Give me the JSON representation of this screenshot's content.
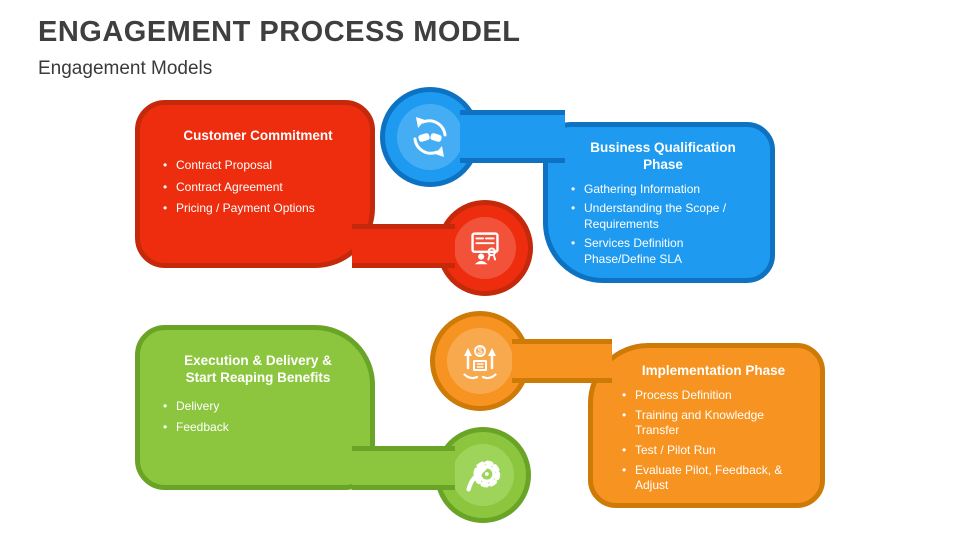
{
  "header": {
    "title": "ENGAGEMENT PROCESS MODEL",
    "subtitle": "Engagement Models",
    "title_color": "#3f3f3f"
  },
  "blocks": [
    {
      "name": "customer-commitment",
      "title": "Customer Commitment",
      "bullets": [
        "Contract Proposal",
        "Contract Agreement",
        "Pricing / Payment Options"
      ],
      "icon": "contract-certificate-icon",
      "fill": "#EE2D0E",
      "border": "#C3290A",
      "light": "#F2523A"
    },
    {
      "name": "business-qualification-phase",
      "title": "Business Qualification Phase",
      "bullets": [
        "Gathering Information",
        "Understanding the Scope / Requirements",
        "Services Definition Phase/Define SLA"
      ],
      "icon": "handshake-sync-icon",
      "fill": "#1E9BF0",
      "border": "#0D72C2",
      "light": "#45ADF4"
    },
    {
      "name": "execution-delivery",
      "title": "Execution & Delivery & Start Reaping Benefits",
      "bullets": [
        "Delivery",
        "Feedback"
      ],
      "icon": "gear-arrow-icon",
      "fill": "#8CC63F",
      "border": "#6AA426",
      "light": "#9FD45B"
    },
    {
      "name": "implementation-phase",
      "title": "Implementation Phase",
      "bullets": [
        "Process Definition",
        "Training and Knowledge Transfer",
        "Test / Pilot Run",
        "Evaluate Pilot, Feedback, & Adjust"
      ],
      "icon": "investment-growth-icon",
      "fill": "#F79320",
      "border": "#CE7A06",
      "light": "#F9A94D"
    }
  ]
}
